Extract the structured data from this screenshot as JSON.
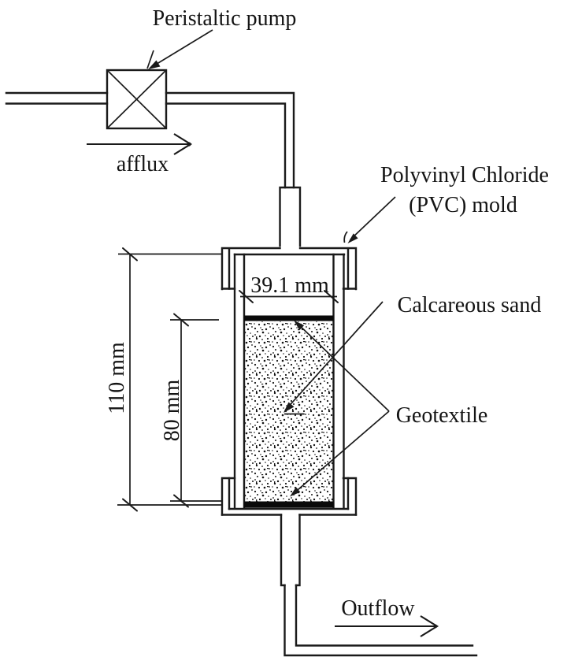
{
  "labels": {
    "peristaltic_pump": "Peristaltic pump",
    "afflux": "afflux",
    "pvc_mold_line1": "Polyvinyl Chloride",
    "pvc_mold_line2": "(PVC) mold",
    "calcareous_sand": "Calcareous sand",
    "geotextile": "Geotextile",
    "outflow": "Outflow"
  },
  "dimensions": {
    "inner_diameter": "39.1 mm",
    "mold_height": "110 mm",
    "specimen_height": "80 mm"
  },
  "colors": {
    "line": "#1a1a1a",
    "background": "#ffffff",
    "geotextile_bar": "#0a0a0a"
  },
  "components": [
    "peristaltic-pump",
    "inlet-pipe",
    "afflux-flow-arrow",
    "pvc-mold",
    "calcareous-sand",
    "geotextile-top-layer",
    "geotextile-bottom-layer",
    "outlet-pipe",
    "outflow-flow-arrow"
  ]
}
